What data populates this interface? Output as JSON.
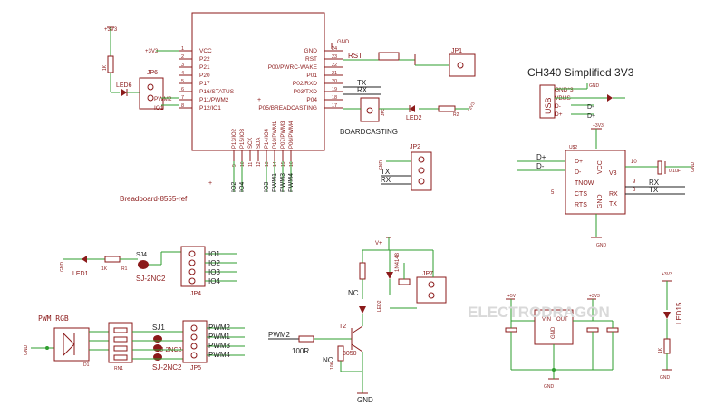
{
  "colors": {
    "wire": "#2e9e2e",
    "part": "#8b1a1a",
    "net": "#222222",
    "bg": "#ffffff",
    "watermark": "#d9d9d9"
  },
  "titles": {
    "main": "CH340 Simplified 3V3",
    "breadboard": "Breadboard-8555-ref",
    "watermark": "ELECTRODRAGON"
  },
  "mcu": {
    "left_pins": [
      {
        "num": "1",
        "name": "VCC"
      },
      {
        "num": "2",
        "name": "P22"
      },
      {
        "num": "3",
        "name": "P21"
      },
      {
        "num": "4",
        "name": "P20"
      },
      {
        "num": "5",
        "name": "P17"
      },
      {
        "num": "6",
        "name": "P16/STATUS"
      },
      {
        "num": "7",
        "name": "P11/PWM2"
      },
      {
        "num": "8",
        "name": "P12/IO1"
      }
    ],
    "right_pins": [
      {
        "num": "24",
        "name": "GND"
      },
      {
        "num": "23",
        "name": "RST"
      },
      {
        "num": "22",
        "name": "P00/PWRC-WAKE"
      },
      {
        "num": "21",
        "name": "P01"
      },
      {
        "num": "20",
        "name": "P02/RXD"
      },
      {
        "num": "19",
        "name": "P03/TXD"
      },
      {
        "num": "18",
        "name": "P04"
      },
      {
        "num": "17",
        "name": "P05/BREADCASTING"
      }
    ],
    "bottom_pins": [
      {
        "num": "9",
        "name": "P13/IO2"
      },
      {
        "num": "10",
        "name": "P15/IO3"
      },
      {
        "num": "11",
        "name": "SCK"
      },
      {
        "num": "12",
        "name": "SDA"
      },
      {
        "num": "13",
        "name": "P14/IO4"
      },
      {
        "num": "14",
        "name": "P10/PWM1"
      },
      {
        "num": "15",
        "name": "P07/PWM3"
      },
      {
        "num": "16",
        "name": "P06/PWM4"
      }
    ],
    "bottom_nets": [
      "IO2",
      "IO4",
      "",
      "",
      "IO3",
      "PWM1",
      "PWM3",
      "PWM4"
    ]
  },
  "top_left": {
    "vcc": "+3V3",
    "resistor": "1K",
    "led": "LED6",
    "jumper": "JP6",
    "net_pwm2": "PWM2",
    "net_io1": "IO1"
  },
  "top_right": {
    "gnd": "GND",
    "rst_net": "RST",
    "jp1": "JP1",
    "rx_net": "RX",
    "tx_net": "TX",
    "boardcasting": "BOARDCASTING",
    "led2": "LED2",
    "r2": "R2",
    "vcc2": "+3V3",
    "jp3": "JP3"
  },
  "jp2": {
    "label": "JP2",
    "gnd": "GND",
    "tx": "TX",
    "rx": "RX"
  },
  "ch340": {
    "usb": "USB",
    "usb_pins": [
      "GND*3",
      "VBUS",
      "D-",
      "D+"
    ],
    "gnd": "GND",
    "vcc": "+3V3",
    "ref": "U$2",
    "left_pins": [
      "D+",
      "D-",
      "TNOW",
      "CTS",
      "RTS"
    ],
    "right_pins": [
      "VCC",
      "V3",
      "RX",
      "TX",
      "GND"
    ],
    "left_nets": [
      "D+",
      "D-"
    ],
    "right_nets": [
      "RX",
      "TX"
    ],
    "cap": "0.1uF",
    "pin_nums": [
      "10",
      "9",
      "8"
    ]
  },
  "io_section": {
    "gnd": "GND",
    "led": "LED1",
    "resistor": "1K",
    "rname": "R1",
    "sj4": "SJ4",
    "sj": "SJ-2NC2",
    "header": "JP4",
    "nets": [
      "IO1",
      "IO2",
      "IO3",
      "IO4"
    ]
  },
  "pwm_section": {
    "title": "PWM RGB",
    "gnd": "GND",
    "rgb_ref": "D1",
    "rn": "RN1",
    "sj1": "SJ1",
    "sj_a": "SJ-2NC2",
    "sj_b": "SJ-2NC2",
    "header": "JP5",
    "nets": [
      "PWM2",
      "PWM1",
      "PWM3",
      "PWM4"
    ]
  },
  "driver": {
    "vplus": "V+",
    "diode": "1N4148",
    "nc_a": "NC",
    "led": "LED2",
    "nc_b": "NC",
    "jp7": "JP7",
    "pwm2": "PWM2",
    "r100": "100R",
    "transistor": "T2",
    "model": "8050",
    "gnd": "GND",
    "r10k": "10K"
  },
  "regulator": {
    "vin": "VIN",
    "out": "OUT",
    "gnd": "GND",
    "vcc_in": "+5V",
    "vcc_out": "+3V3",
    "gnd_label": "GND"
  },
  "led15": {
    "vcc": "+3V3",
    "led": "LED15",
    "resistor": "1K",
    "gnd": "GND"
  }
}
